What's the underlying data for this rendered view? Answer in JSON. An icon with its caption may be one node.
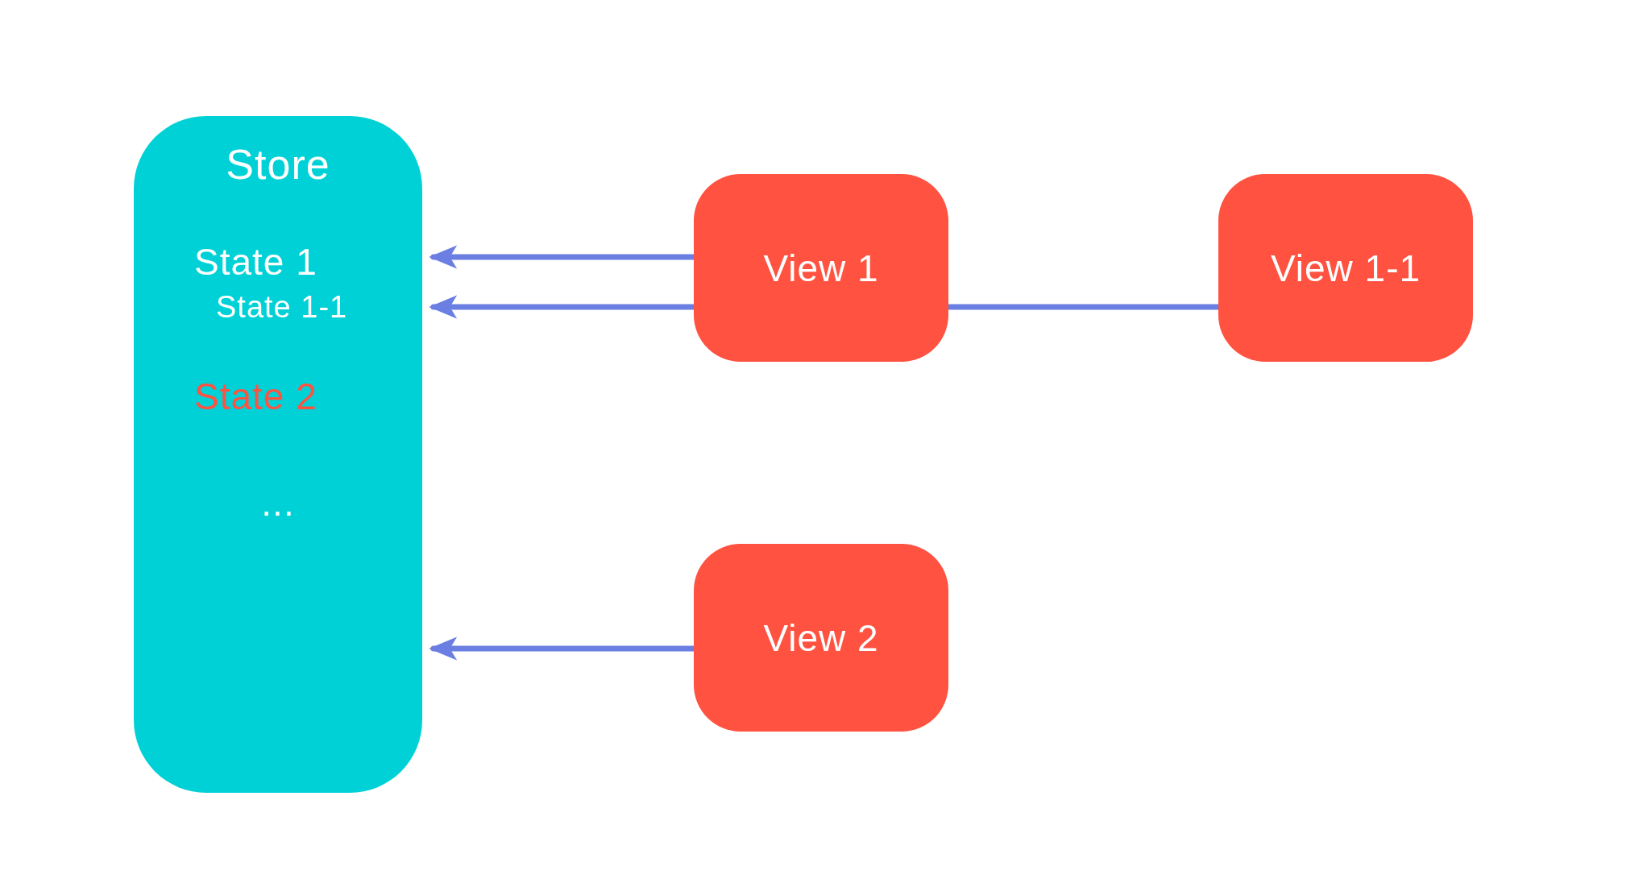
{
  "diagram": {
    "nodes": [
      {
        "text": [
          "Store",
          "State 1",
          "State 1-1",
          "State 2",
          "..."
        ]
      },
      {
        "text": [
          "View 1"
        ]
      },
      {
        "text": [
          "View 1-1"
        ]
      },
      {
        "text": [
          "View 2"
        ]
      }
    ],
    "edges": [
      {
        "from": 1,
        "to": 0,
        "arrow": "to"
      },
      {
        "from": 2,
        "to": 1,
        "arrow": "none"
      },
      {
        "from": 1,
        "to": 0,
        "arrow": "to"
      },
      {
        "from": 3,
        "to": 0,
        "arrow": "to"
      }
    ]
  }
}
